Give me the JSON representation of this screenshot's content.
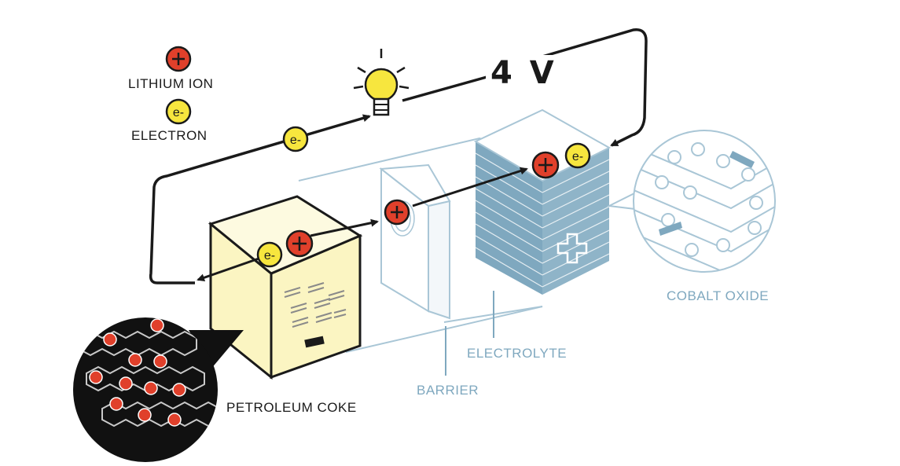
{
  "legend": {
    "lithium_ion_label": "LITHIUM ION",
    "electron_label": "ELECTRON"
  },
  "symbols": {
    "plus": "+",
    "electron": "e-",
    "minus": "−"
  },
  "voltage": "4 V",
  "labels": {
    "cobalt_oxide": "COBALT OXIDE",
    "electrolyte": "ELECTROLYTE",
    "barrier": "BARRIER",
    "petroleum_coke": "PETROLEUM COKE"
  },
  "colors": {
    "ion_red": "#e0402b",
    "electron_yellow": "#f7e63e",
    "anode_yellow": "#fbf5c2",
    "cathode_blue": "#7fa8bf",
    "line_dark": "#1a1a1a",
    "zoom_black": "#111111"
  },
  "icons": [
    "light-bulb-icon",
    "arrow-icon"
  ]
}
